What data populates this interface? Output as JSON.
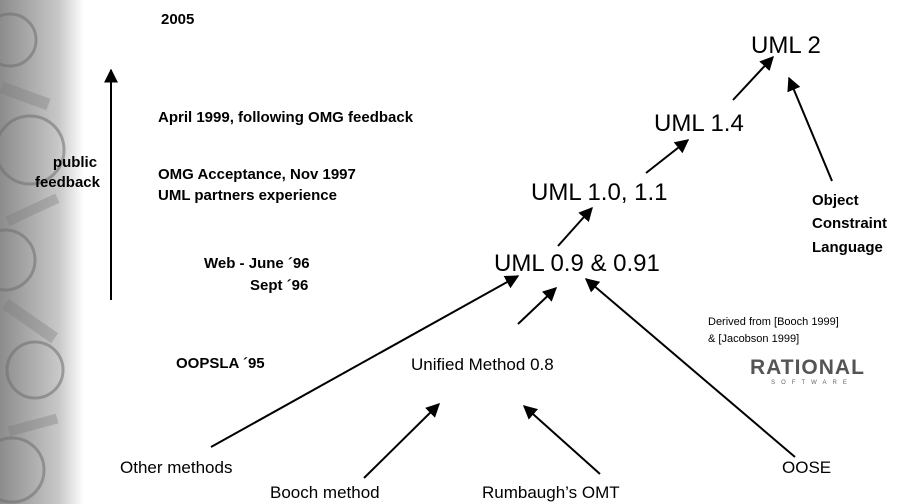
{
  "timeline": {
    "top_year": "2005",
    "axis_label_line1": "public",
    "axis_label_line2": "feedback",
    "events": {
      "apr99": "April 1999, following OMG feedback",
      "omg_line1": "OMG Acceptance, Nov 1997",
      "omg_line2": "UML partners experience",
      "web96": "Web - June ´96",
      "sept96": "Sept ´96",
      "oopsla95": "OOPSLA ´95"
    }
  },
  "versions": {
    "uml2": "UML 2",
    "uml14": "UML 1.4",
    "uml10": "UML 1.0, 1.1",
    "uml09": "UML 0.9 & 0.91",
    "unified": "Unified Method 0.8"
  },
  "ocl": {
    "line1": "Object",
    "line2": "Constraint",
    "line3": "Language"
  },
  "sources": {
    "other": "Other methods",
    "booch": "Booch method",
    "omt": "Rumbaugh’s OMT",
    "oose": "OOSE"
  },
  "credit": {
    "line1": "Derived from [Booch 1999]",
    "line2": "& [Jacobson 1999]"
  },
  "logo": {
    "main": "RATIONAL",
    "sub": "SOFTWARE"
  },
  "colors": {
    "text": "#000000",
    "background": "#ffffff",
    "decor": "#9a9a9a"
  }
}
